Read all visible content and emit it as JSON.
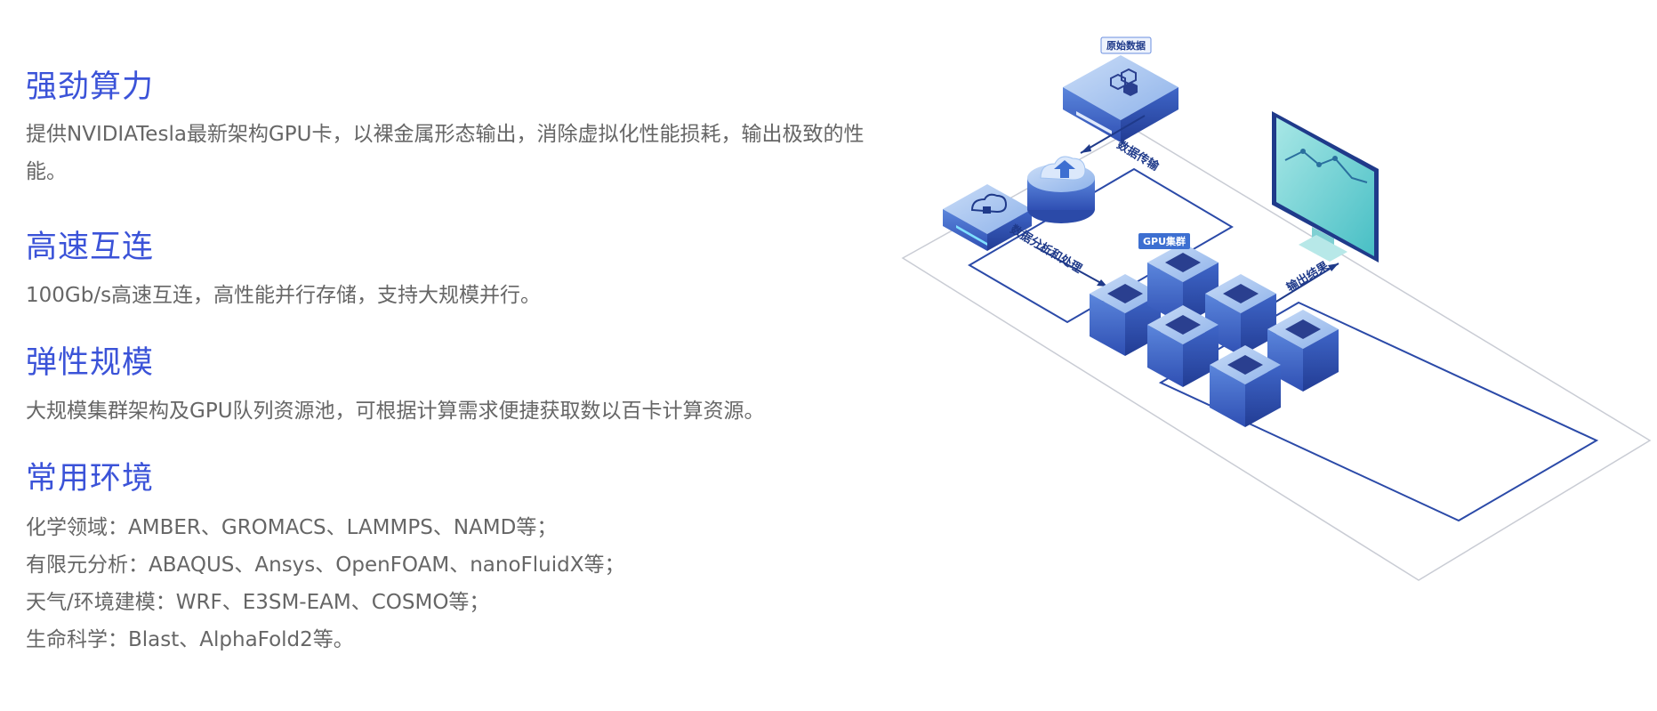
{
  "features": [
    {
      "title": "强劲算力",
      "desc": "提供NVIDIATesla最新架构GPU卡，以裸金属形态输出，消除虚拟化性能损耗，输出极致的性能。"
    },
    {
      "title": "高速互连",
      "desc": "100Gb/s高速互连，高性能并行存储，支持大规模并行。"
    },
    {
      "title": "弹性规模",
      "desc": "大规模集群架构及GPU队列资源池，可根据计算需求便捷获取数以百卡计算资源。"
    },
    {
      "title": "常用环境",
      "lines": [
        "化学领域：AMBER、GROMACS、LAMMPS、NAMD等；",
        "有限元分析：ABAQUS、Ansys、OpenFOAM、nanoFluidX等；",
        "天气/环境建模：WRF、E3SM-EAM、COSMO等；",
        "生命科学：Blast、AlphaFold2等。"
      ]
    }
  ],
  "diagram": {
    "raw_data_tag": "原始数据",
    "gpu_cluster_tag": "GPU集群",
    "data_transfer_label": "数据传输",
    "data_processing_label": "数据分析和处理",
    "output_label": "输出结果"
  },
  "colors": {
    "heading": "#3b53d8",
    "body_text": "#666666",
    "diagram_dark": "#1f3a8a",
    "diagram_mid": "#3d6fd1",
    "diagram_light": "#9fc1f0",
    "monitor_screen": "#6fd3d6"
  }
}
